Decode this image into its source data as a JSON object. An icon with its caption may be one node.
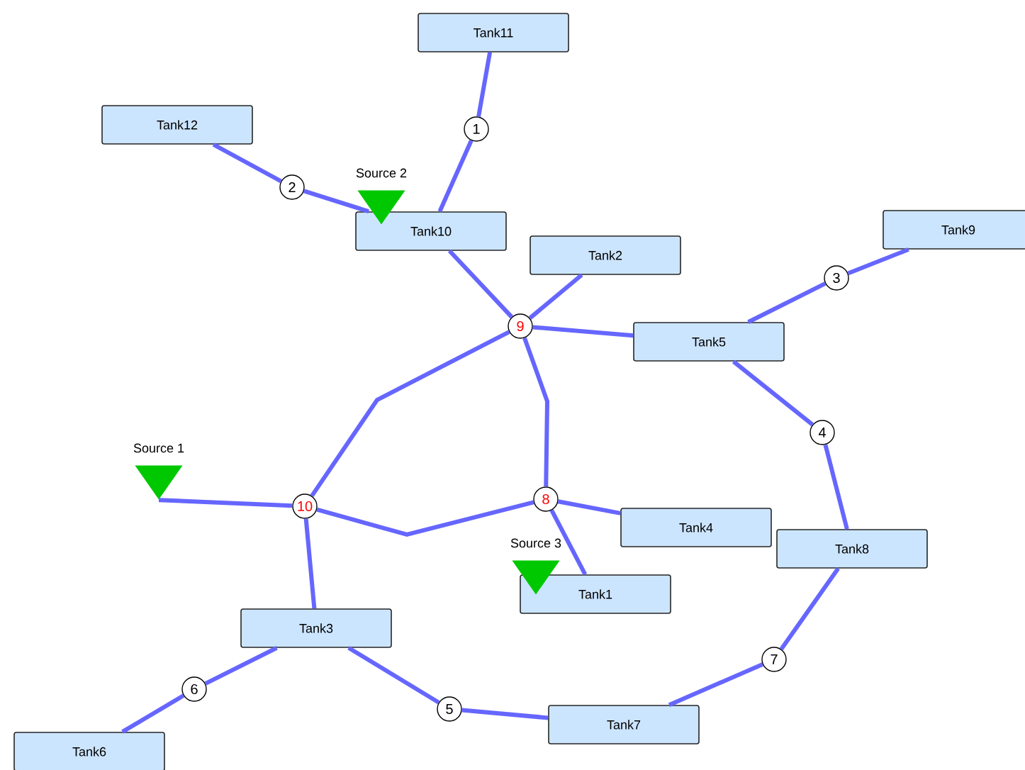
{
  "diagram": {
    "nodes": [
      {
        "text": [
          "Tank11"
        ]
      },
      {
        "text": [
          "1"
        ]
      },
      {
        "text": [
          "Tank12"
        ]
      },
      {
        "text": [
          "Source 2"
        ]
      },
      {
        "text": [
          "2"
        ]
      },
      {
        "text": [
          "Tank10"
        ]
      },
      {
        "text": [
          "Tank9"
        ]
      },
      {
        "text": [
          "Tank2"
        ]
      },
      {
        "text": [
          "3"
        ]
      },
      {
        "text": [
          "9"
        ]
      },
      {
        "text": [
          "Tank5"
        ]
      },
      {
        "text": [
          "4"
        ]
      },
      {
        "text": [
          "Source 1"
        ]
      },
      {
        "text": [
          "8"
        ]
      },
      {
        "text": [
          "10"
        ]
      },
      {
        "text": [
          "Tank4"
        ]
      },
      {
        "text": [
          "Tank8"
        ]
      },
      {
        "text": [
          "Source 3"
        ]
      },
      {
        "text": [
          "Tank1"
        ]
      },
      {
        "text": [
          "Tank3"
        ]
      },
      {
        "text": [
          "7"
        ]
      },
      {
        "text": [
          "6"
        ]
      },
      {
        "text": [
          "5"
        ]
      },
      {
        "text": [
          "Tank7"
        ]
      },
      {
        "text": [
          "Tank6"
        ]
      }
    ],
    "edges": [
      {
        "from": 0,
        "to": 1,
        "arrow": "none"
      },
      {
        "from": 1,
        "to": 5,
        "arrow": "none"
      },
      {
        "from": 2,
        "to": 4,
        "arrow": "none"
      },
      {
        "from": 4,
        "to": 5,
        "arrow": "none"
      },
      {
        "from": 5,
        "to": 9,
        "arrow": "none"
      },
      {
        "from": 7,
        "to": 9,
        "arrow": "none"
      },
      {
        "from": 9,
        "to": 10,
        "arrow": "none"
      },
      {
        "from": 6,
        "to": 8,
        "arrow": "none"
      },
      {
        "from": 8,
        "to": 10,
        "arrow": "none"
      },
      {
        "from": 10,
        "to": 11,
        "arrow": "none"
      },
      {
        "from": 11,
        "to": 16,
        "arrow": "none"
      },
      {
        "from": 9,
        "to": 14,
        "arrow": "none"
      },
      {
        "from": 9,
        "to": 13,
        "arrow": "none"
      },
      {
        "from": 12,
        "to": 14,
        "arrow": "none"
      },
      {
        "from": 14,
        "to": 13,
        "arrow": "none"
      },
      {
        "from": 13,
        "to": 15,
        "arrow": "none"
      },
      {
        "from": 13,
        "to": 18,
        "arrow": "none"
      },
      {
        "from": 14,
        "to": 19,
        "arrow": "none"
      },
      {
        "from": 16,
        "to": 20,
        "arrow": "none"
      },
      {
        "from": 20,
        "to": 23,
        "arrow": "none"
      },
      {
        "from": 19,
        "to": 21,
        "arrow": "none"
      },
      {
        "from": 21,
        "to": 24,
        "arrow": "none"
      },
      {
        "from": 19,
        "to": 22,
        "arrow": "none"
      },
      {
        "from": 22,
        "to": 23,
        "arrow": "none"
      }
    ]
  }
}
